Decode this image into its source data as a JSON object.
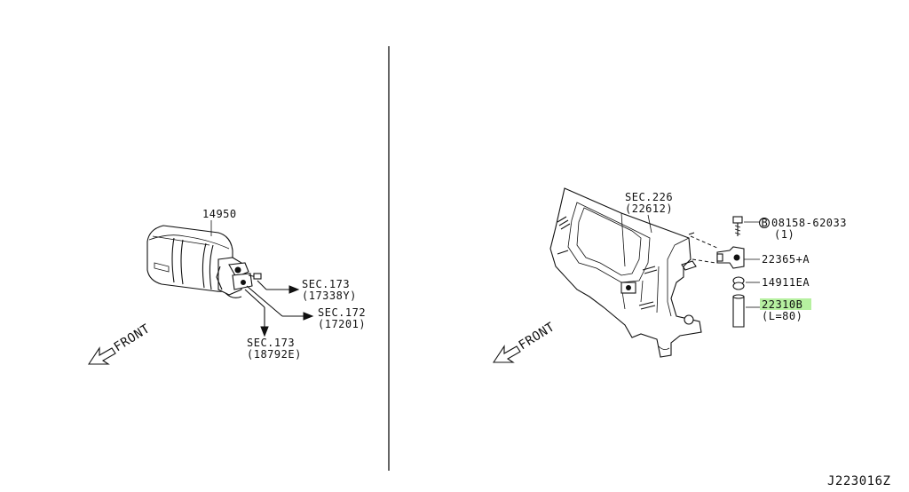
{
  "left_diagram": {
    "part_label": "14950",
    "callouts": [
      {
        "sec": "SEC.173",
        "ref": "(17338Y)"
      },
      {
        "sec": "SEC.172",
        "ref": "(17201)"
      },
      {
        "sec": "SEC.173",
        "ref": "(18792E)"
      }
    ],
    "front_label": "FRONT"
  },
  "right_diagram": {
    "sec": "SEC.226",
    "sec_ref": "(22612)",
    "parts": [
      {
        "number": "08158-62033",
        "qty": "(1)",
        "prefix_icon": "B"
      },
      {
        "number": "22365+A"
      },
      {
        "number": "14911EA"
      },
      {
        "number": "22310B",
        "note": "(L=80)",
        "highlight": "#b6f0a0"
      }
    ],
    "front_label": "FRONT"
  },
  "diagram_id": "J223016Z"
}
